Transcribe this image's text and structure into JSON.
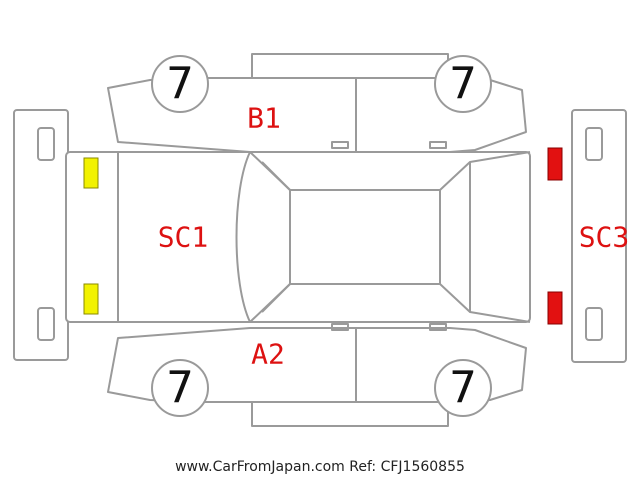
{
  "colors": {
    "outline": "#9a9a9a",
    "label_red": "#dd1111",
    "marker_yellow": "#f2f200",
    "marker_red": "#e21111"
  },
  "tires": {
    "front_left": "7",
    "front_right": "7",
    "rear_left": "7",
    "rear_right": "7"
  },
  "damage_labels": {
    "top_door": "B1",
    "left_front": "SC1",
    "right_rear": "SC3",
    "bottom_door": "A2"
  },
  "markers": {
    "front_lights": [
      "yellow",
      "yellow"
    ],
    "rear_lights": [
      "red",
      "red"
    ]
  },
  "footer": {
    "text": "www.CarFromJapan.com Ref: CFJ1560855"
  }
}
